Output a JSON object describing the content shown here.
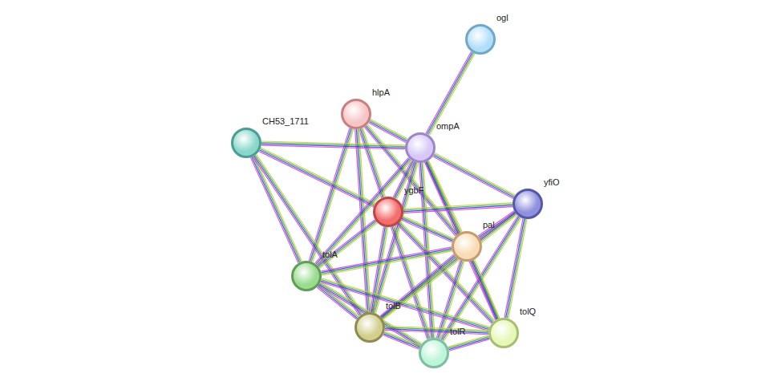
{
  "diagram": {
    "nodes": [
      {
        "text": [
          "ogl"
        ]
      },
      {
        "text": [
          "hlpA"
        ]
      },
      {
        "text": [
          "CH53_1711"
        ]
      },
      {
        "text": [
          "ompA"
        ]
      },
      {
        "text": [
          "yfiO"
        ]
      },
      {
        "text": [
          "ygbF"
        ]
      },
      {
        "text": [
          "pal"
        ]
      },
      {
        "text": [
          "tolA"
        ]
      },
      {
        "text": [
          "tolB"
        ]
      },
      {
        "text": [
          "tolQ"
        ]
      },
      {
        "text": [
          "tolR"
        ]
      }
    ],
    "edges": [
      {
        "from": 0,
        "to": 3,
        "arrow": "none"
      },
      {
        "from": 1,
        "to": 3,
        "arrow": "none"
      },
      {
        "from": 1,
        "to": 5,
        "arrow": "none"
      },
      {
        "from": 1,
        "to": 7,
        "arrow": "none"
      },
      {
        "from": 1,
        "to": 6,
        "arrow": "none"
      },
      {
        "from": 1,
        "to": 8,
        "arrow": "none"
      },
      {
        "from": 2,
        "to": 3,
        "arrow": "none"
      },
      {
        "from": 2,
        "to": 5,
        "arrow": "none"
      },
      {
        "from": 2,
        "to": 7,
        "arrow": "none"
      },
      {
        "from": 2,
        "to": 8,
        "arrow": "none"
      },
      {
        "from": 3,
        "to": 4,
        "arrow": "none"
      },
      {
        "from": 3,
        "to": 5,
        "arrow": "none"
      },
      {
        "from": 3,
        "to": 6,
        "arrow": "none"
      },
      {
        "from": 3,
        "to": 7,
        "arrow": "none"
      },
      {
        "from": 3,
        "to": 8,
        "arrow": "none"
      },
      {
        "from": 3,
        "to": 10,
        "arrow": "none"
      },
      {
        "from": 3,
        "to": 9,
        "arrow": "none"
      },
      {
        "from": 5,
        "to": 4,
        "arrow": "none"
      },
      {
        "from": 5,
        "to": 6,
        "arrow": "none"
      },
      {
        "from": 5,
        "to": 7,
        "arrow": "none"
      },
      {
        "from": 5,
        "to": 8,
        "arrow": "none"
      },
      {
        "from": 5,
        "to": 10,
        "arrow": "none"
      },
      {
        "from": 5,
        "to": 9,
        "arrow": "none"
      },
      {
        "from": 4,
        "to": 6,
        "arrow": "none"
      },
      {
        "from": 4,
        "to": 8,
        "arrow": "none"
      },
      {
        "from": 4,
        "to": 10,
        "arrow": "none"
      },
      {
        "from": 4,
        "to": 9,
        "arrow": "none"
      },
      {
        "from": 6,
        "to": 7,
        "arrow": "none"
      },
      {
        "from": 6,
        "to": 8,
        "arrow": "none"
      },
      {
        "from": 6,
        "to": 10,
        "arrow": "none"
      },
      {
        "from": 6,
        "to": 9,
        "arrow": "none"
      },
      {
        "from": 7,
        "to": 8,
        "arrow": "none"
      },
      {
        "from": 7,
        "to": 10,
        "arrow": "none"
      },
      {
        "from": 7,
        "to": 9,
        "arrow": "none"
      },
      {
        "from": 8,
        "to": 10,
        "arrow": "none"
      },
      {
        "from": 8,
        "to": 9,
        "arrow": "none"
      },
      {
        "from": 10,
        "to": 9,
        "arrow": "none"
      }
    ]
  }
}
